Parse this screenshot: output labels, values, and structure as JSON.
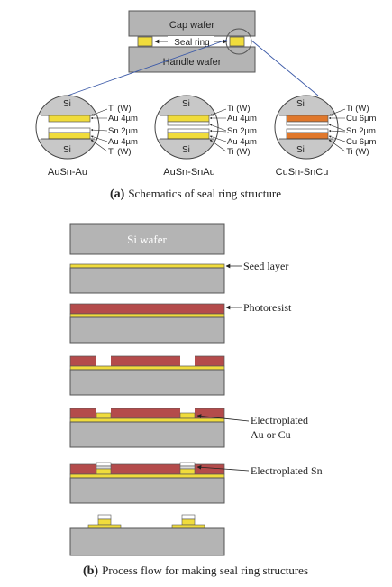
{
  "part_a": {
    "cap_wafer": "Cap wafer",
    "seal_ring": "Seal ring",
    "handle_wafer": "Handle wafer",
    "caption_letter": "(a)",
    "caption_text": "Schematics of seal ring structure",
    "structures": [
      {
        "name": "AuSn-Au",
        "top_si": "Si",
        "bottom_si": "Si",
        "labels": [
          "Ti (W)",
          "Au 4µm",
          "Sn 2µm",
          "Au 4µm",
          "Ti (W)"
        ]
      },
      {
        "name": "AuSn-SnAu",
        "top_si": "Si",
        "bottom_si": "Si",
        "labels": [
          "Ti (W)",
          "Au 4µm",
          "Sn 2µm",
          "Au 4µm",
          "Ti (W)"
        ]
      },
      {
        "name": "CuSn-SnCu",
        "top_si": "Si",
        "bottom_si": "Si",
        "labels": [
          "Ti (W)",
          "Cu 6µm",
          "Sn 2µm",
          "Cu 6µm",
          "Ti (W)"
        ]
      }
    ]
  },
  "part_b": {
    "si_wafer": "Si wafer",
    "seed_layer": "Seed layer",
    "photoresist": "Photoresist",
    "electroplated_au_cu_line1": "Electroplated",
    "electroplated_au_cu_line2": "Au or Cu",
    "electroplated_sn": "Electroplated Sn",
    "caption_letter": "(b)",
    "caption_text": "Process flow for making seal ring structures"
  },
  "colors": {
    "wafer_gray": "#b4b4b4",
    "yellow_metal": "#f0dc3c",
    "photoresist_red": "#b44b4b",
    "copper_orange": "#e0782c",
    "connector_blue": "#3c5aa8"
  }
}
